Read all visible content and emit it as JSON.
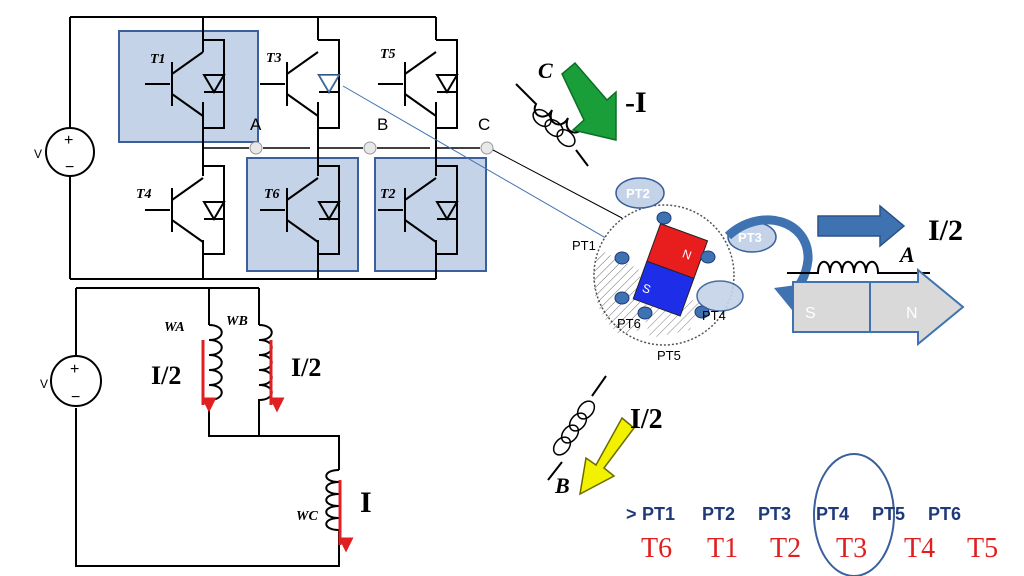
{
  "inverter": {
    "source_label": "V",
    "transistors": [
      "T1",
      "T3",
      "T5",
      "T4",
      "T6",
      "T2"
    ],
    "node_labels": [
      "A",
      "B",
      "C"
    ]
  },
  "windings": {
    "source_label": "V",
    "labels": [
      "WA",
      "WB",
      "WC"
    ],
    "current_left": "I/2",
    "current_right": "I/2",
    "current_c": "I"
  },
  "motor": {
    "sensors": [
      "PT1",
      "PT2",
      "PT3",
      "PT4",
      "PT5",
      "PT6"
    ],
    "rotor_north": "N",
    "rotor_south": "S",
    "magnet_south": "S",
    "magnet_north": "N"
  },
  "phases": {
    "c_label": "C",
    "c_current": "-I",
    "a_label": "A",
    "a_current": "I/2",
    "b_label": "B",
    "b_current": "I/2"
  },
  "sequence": {
    "prefix": ">",
    "sensors": [
      "PT1",
      "PT2",
      "PT3",
      "PT4",
      "PT5",
      "PT6"
    ],
    "transistors": [
      "T6",
      "T1",
      "T2",
      "T3",
      "T4",
      "T5"
    ],
    "colors": {
      "sensor_text": "#1f3a7a",
      "transistor_text": "#e02020",
      "highlight": "#3a5f9a"
    }
  },
  "colors": {
    "highlight_box": "#c5d3e8",
    "highlight_border": "#3a5f9a",
    "arrow_green": "#1a9e3a",
    "arrow_blue": "#3f72b0",
    "arrow_yellow": "#f2f200",
    "current_arrow": "#e02020",
    "rotor_red": "#e81e1e",
    "rotor_blue": "#1e2ee8"
  }
}
